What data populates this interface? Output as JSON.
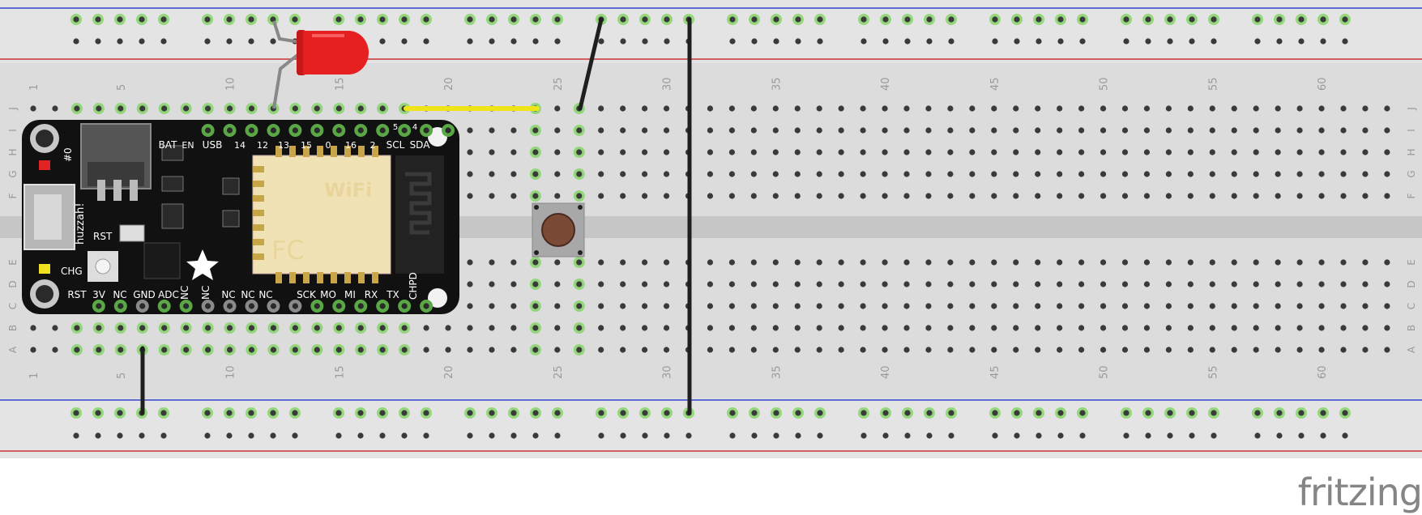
{
  "breadboard": {
    "columns": 63,
    "column_numbers": [
      "1",
      "5",
      "10",
      "15",
      "20",
      "25",
      "30",
      "35",
      "40",
      "45",
      "50",
      "55",
      "60"
    ],
    "row_letters_top": [
      "J",
      "I",
      "H",
      "G",
      "F"
    ],
    "row_letters_bottom": [
      "E",
      "D",
      "C",
      "B",
      "A"
    ],
    "colors": {
      "body": "#dcdcdc",
      "rail_blue": "#3344cc",
      "rail_red": "#cc3333",
      "hole": "#3a3a3a",
      "hole_active": "#7bd35a",
      "channel": "#c6c6c6",
      "text": "#9a9a9a"
    }
  },
  "feather": {
    "name": "Adafruit Feather HUZZAH ESP8266",
    "top_pin_labels": [
      "BAT",
      "EN",
      "USB",
      "14",
      "12",
      "13",
      "15",
      "0",
      "16",
      "2",
      "SCL",
      "SDA"
    ],
    "top_extra_labels": [
      "5",
      "4"
    ],
    "bottom_pin_labels": [
      "RST",
      "3V",
      "NC",
      "GND",
      "ADC",
      "NC",
      "NC",
      "NC",
      "NC",
      "NC",
      "SCK",
      "MO",
      "MI",
      "RX",
      "TX",
      "CHPD"
    ],
    "side_labels": [
      "#0",
      "huzzah!",
      "RST",
      "CHG"
    ],
    "module_labels": [
      "WiFi",
      "FC"
    ],
    "colors": {
      "board": "#111111",
      "module": "#f1e2b5",
      "pad": "#c9a54a"
    }
  },
  "components": {
    "led": {
      "name": "red-led",
      "color": "#e62020"
    },
    "button": {
      "name": "tactile-pushbutton",
      "cap_color": "#7a4a36"
    },
    "wires": {
      "black": "#1f1f1f",
      "yellow": "#f0e31a",
      "led_leg": "#888888"
    }
  },
  "logo": {
    "text": "fritzing"
  }
}
